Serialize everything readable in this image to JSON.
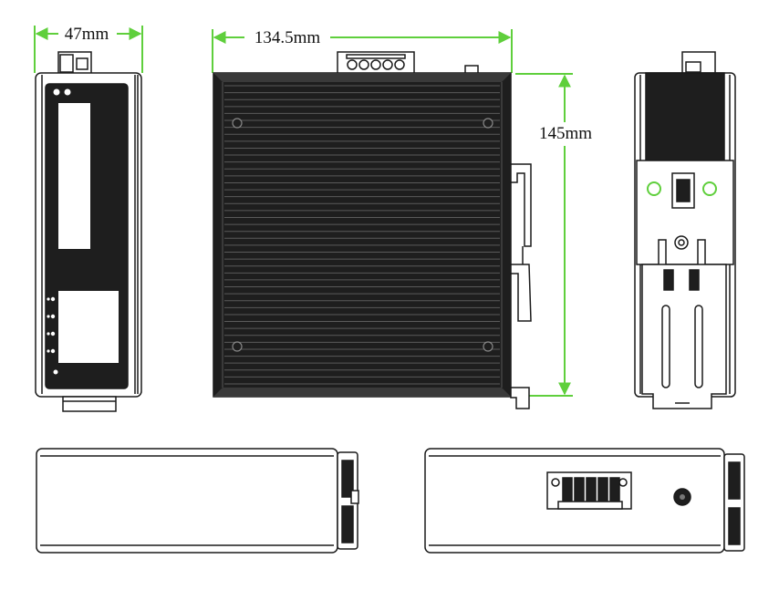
{
  "dimensions": {
    "width_label": "47mm",
    "length_label": "134.5mm",
    "height_label": "145mm"
  },
  "colors": {
    "dimension_line": "#5fcf3c",
    "outline": "#1a1a1a",
    "body_fill": "#1e1e1e",
    "panel_fill": "#ffffff"
  },
  "views": [
    "front-view",
    "side-view",
    "rear-view",
    "bottom-view",
    "top-view"
  ],
  "front_panel": {
    "led_count": 4
  },
  "heatsink": {
    "fin_count": 44
  }
}
